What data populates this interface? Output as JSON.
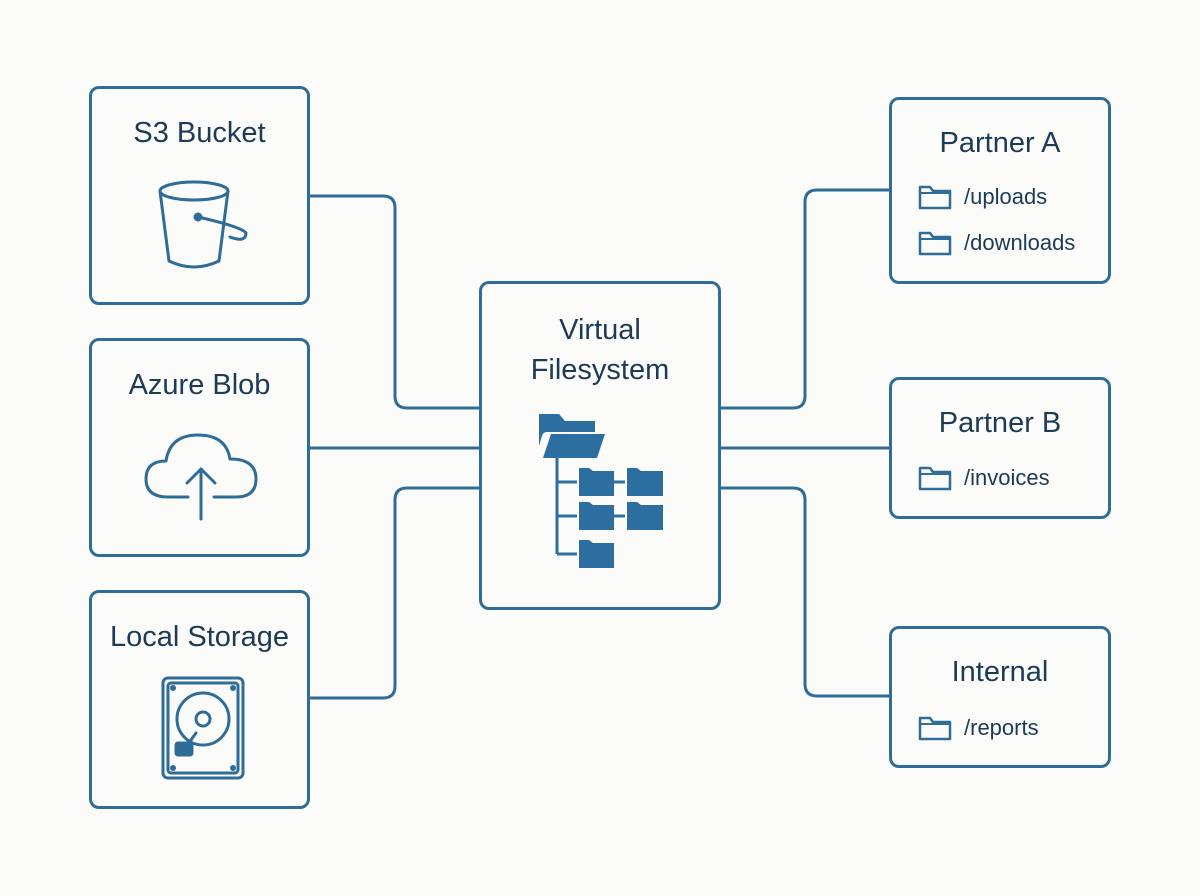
{
  "sources": {
    "s3": {
      "title": "S3 Bucket",
      "icon": "bucket-icon"
    },
    "azure": {
      "title": "Azure Blob",
      "icon": "cloud-upload-icon"
    },
    "local": {
      "title": "Local Storage",
      "icon": "hard-drive-icon"
    }
  },
  "center": {
    "title_line1": "Virtual",
    "title_line2": "Filesystem",
    "icon": "folder-tree-icon"
  },
  "targets": {
    "partner_a": {
      "title": "Partner A",
      "folders": [
        "/uploads",
        "/downloads"
      ]
    },
    "partner_b": {
      "title": "Partner B",
      "folders": [
        "/invoices"
      ]
    },
    "internal": {
      "title": "Internal",
      "folders": [
        "/reports"
      ]
    }
  },
  "colors": {
    "stroke": "#2f6c98",
    "fill": "#2c6ea0",
    "text": "#1d3a56",
    "background": "#fbfbf9"
  }
}
